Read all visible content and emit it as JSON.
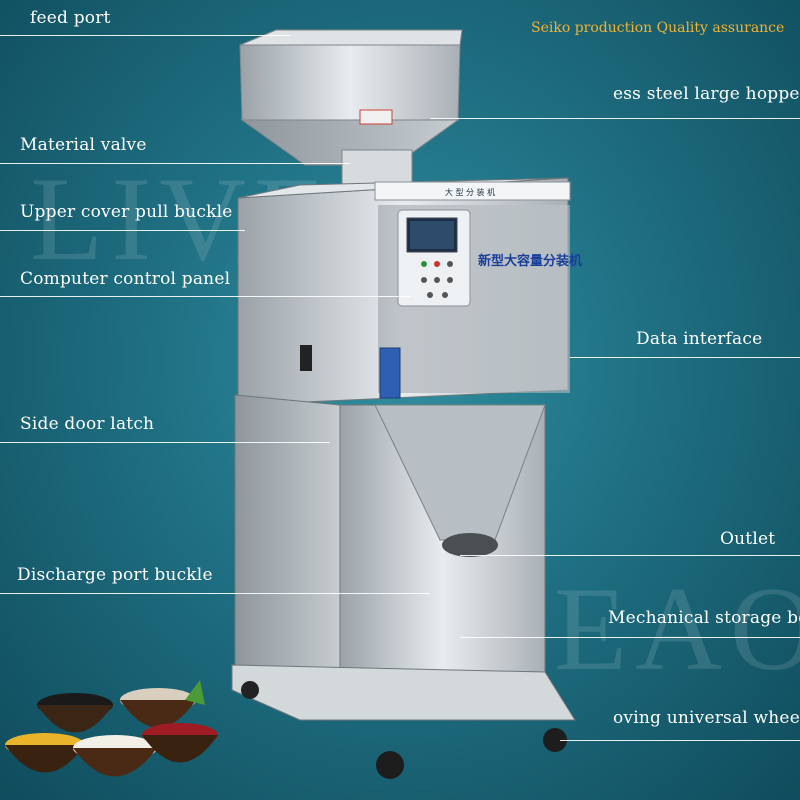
{
  "brand": {
    "badge": "Seiko production  Quality assurance",
    "watermark": "LIVEAO",
    "badge_color": "#f2b233"
  },
  "panel": {
    "title": "新型大容量分装机",
    "top_strip": "大  型  分  装  机"
  },
  "callouts": [
    {
      "id": "feed-port",
      "text": "feed port"
    },
    {
      "id": "hopper",
      "text": "ess steel large hopper"
    },
    {
      "id": "material-valve",
      "text": "Material valve"
    },
    {
      "id": "upper-cover",
      "text": "Upper cover pull buckle"
    },
    {
      "id": "control-panel",
      "text": "Computer control panel"
    },
    {
      "id": "data-interface",
      "text": "Data interface"
    },
    {
      "id": "side-door",
      "text": "Side door latch"
    },
    {
      "id": "outlet",
      "text": "Outlet"
    },
    {
      "id": "discharge-buckle",
      "text": "Discharge port buckle"
    },
    {
      "id": "storage-box",
      "text": "Mechanical storage box"
    },
    {
      "id": "wheels",
      "text": "oving universal wheels"
    }
  ],
  "colors": {
    "background": "#1f6f82",
    "steel": "#c9ced2",
    "label": "#ffffff"
  }
}
